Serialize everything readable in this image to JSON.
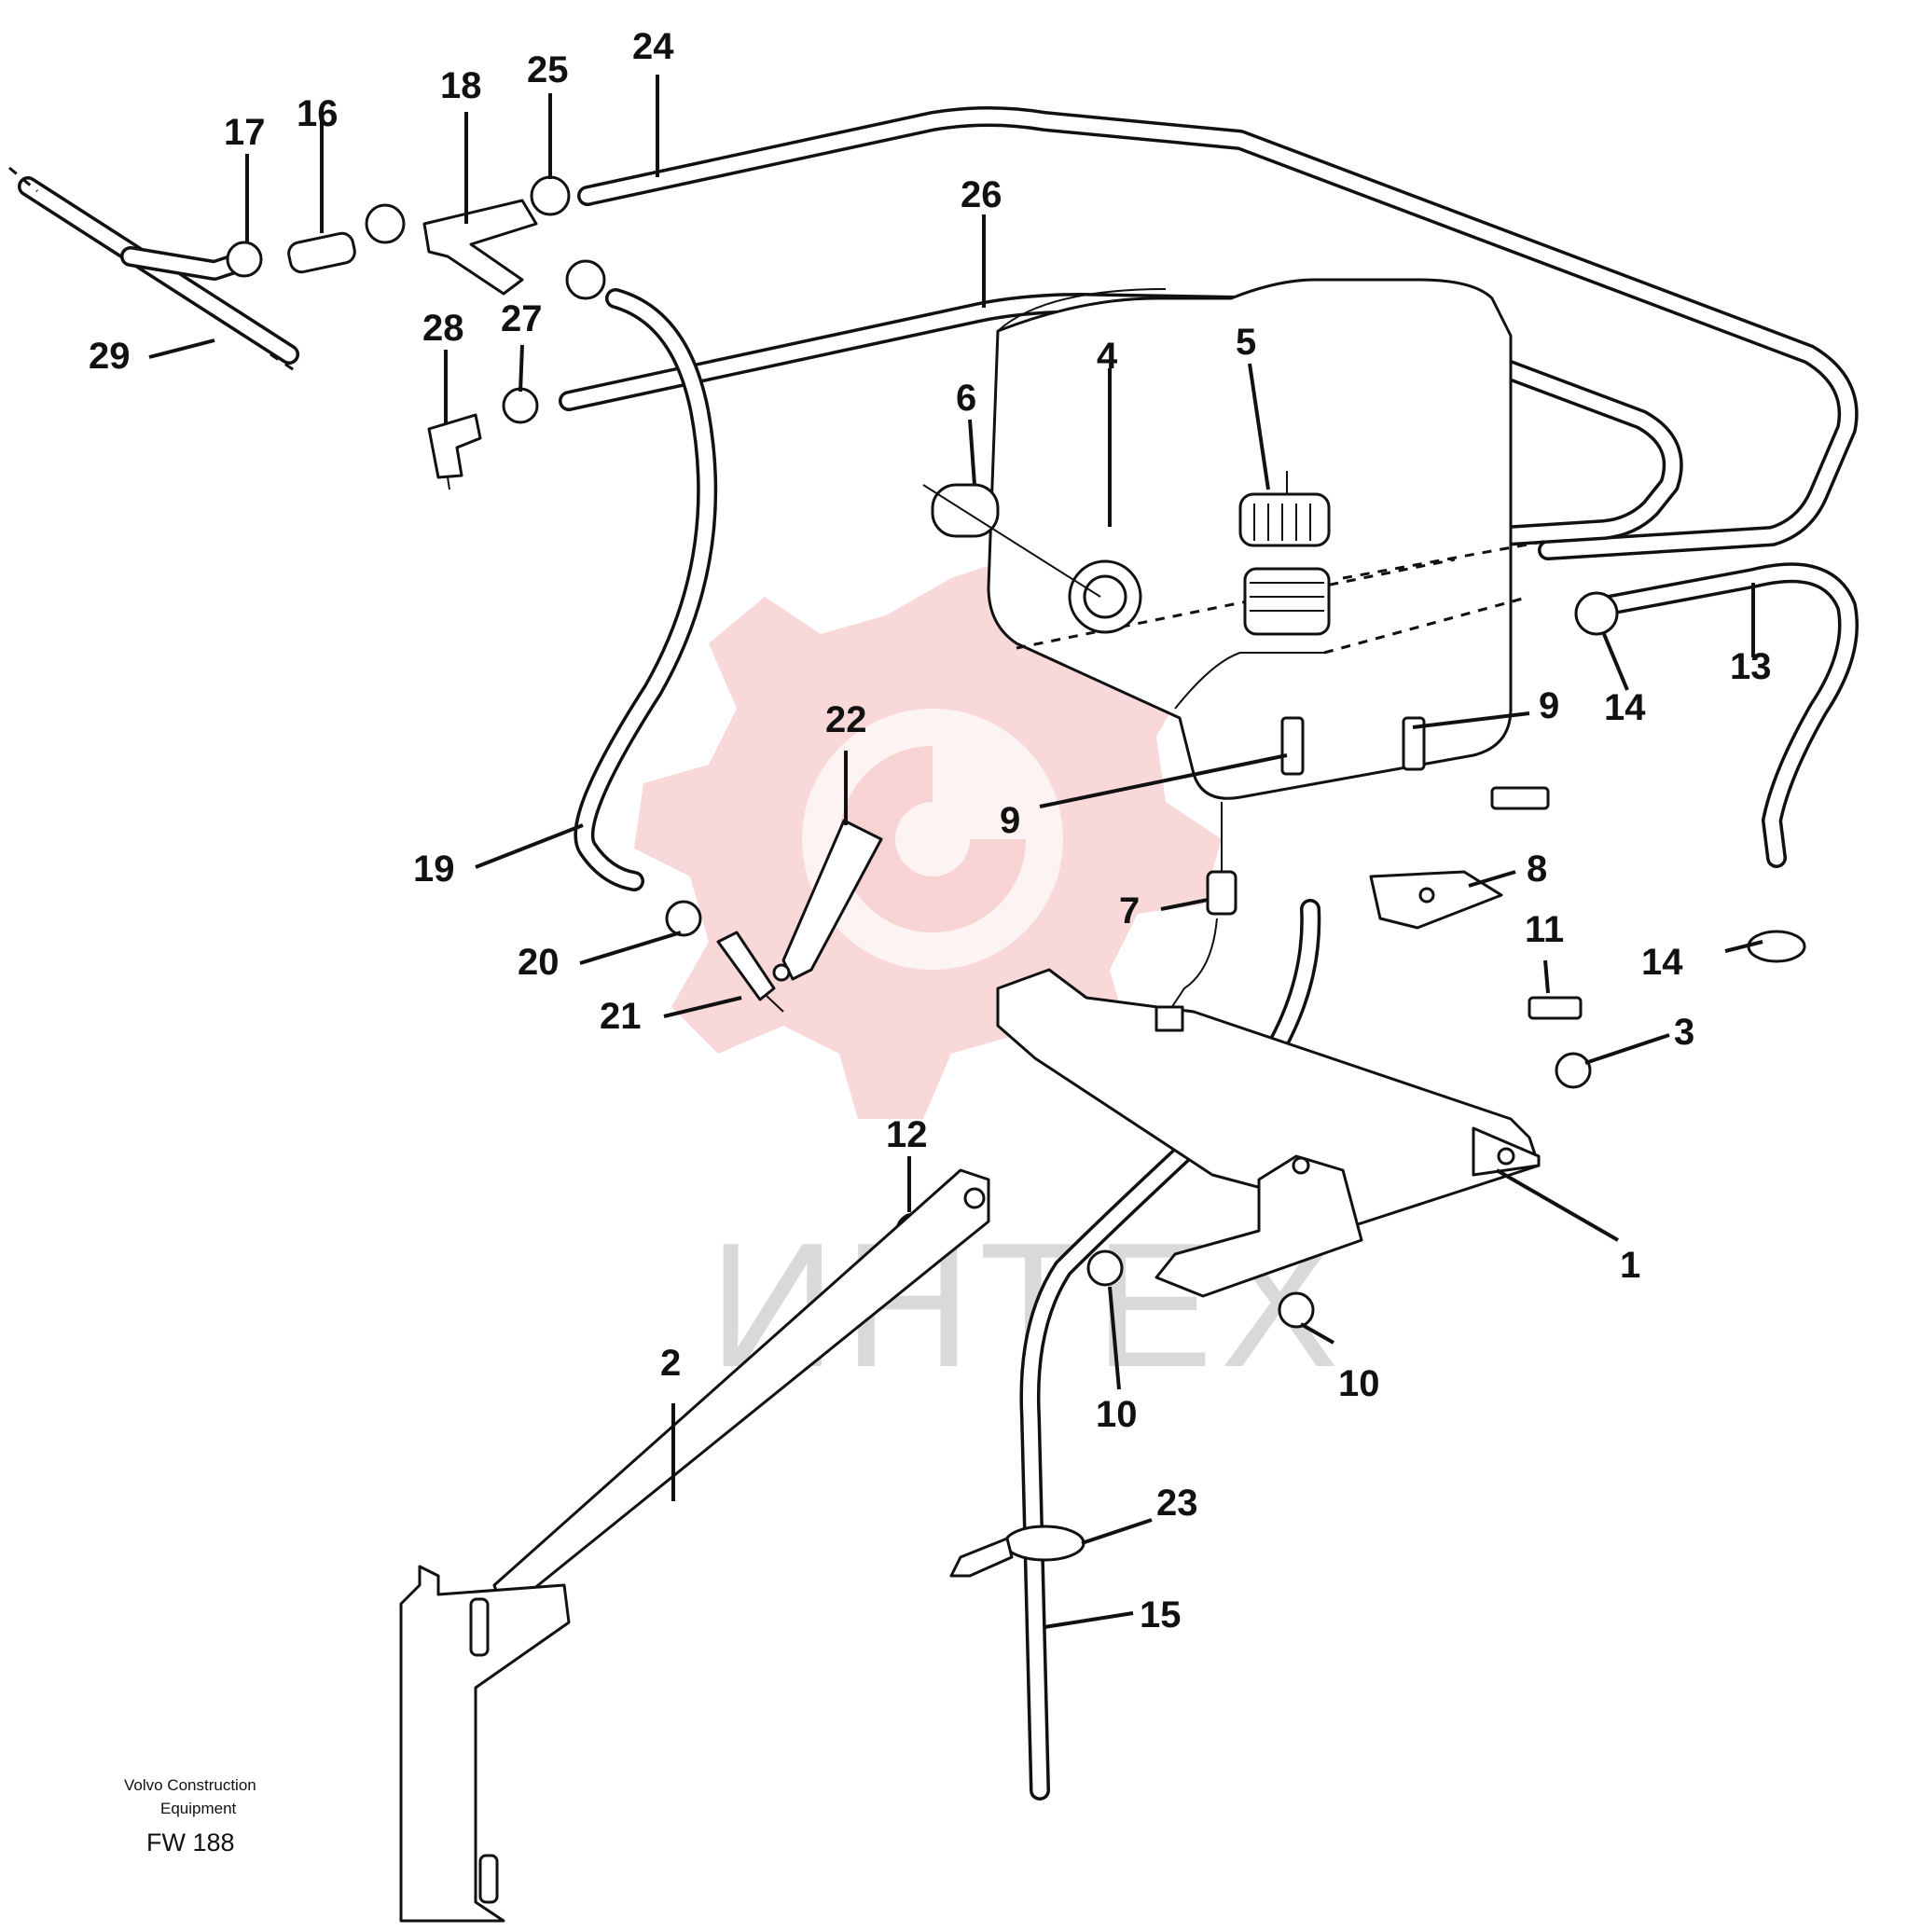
{
  "watermark": {
    "text": "ИНТЕХ",
    "color": "#f2b8b8"
  },
  "footer": {
    "maker_line1": "Volvo Construction",
    "maker_line2": "Equipment",
    "code": "FW 188"
  },
  "callouts": {
    "c1": "1",
    "c2": "2",
    "c3": "3",
    "c4": "4",
    "c5": "5",
    "c6": "6",
    "c7": "7",
    "c8": "8",
    "c9a": "9",
    "c9b": "9",
    "c10a": "10",
    "c10b": "10",
    "c11": "11",
    "c12": "12",
    "c13": "13",
    "c14a": "14",
    "c14b": "14",
    "c15": "15",
    "c16": "16",
    "c17": "17",
    "c18": "18",
    "c19": "19",
    "c20": "20",
    "c21": "21",
    "c22": "22",
    "c23": "23",
    "c24": "24",
    "c25": "25",
    "c26": "26",
    "c27": "27",
    "c28": "28",
    "c29": "29"
  }
}
